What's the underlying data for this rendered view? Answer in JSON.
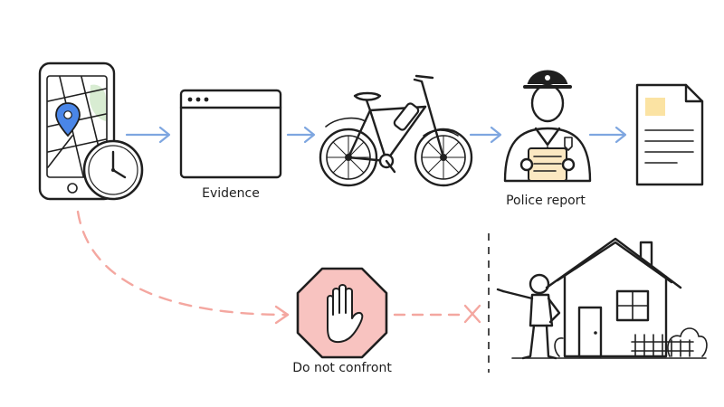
{
  "labels": {
    "evidence": "Evidence",
    "police_report": "Police report",
    "do_not_confront": "Do not confront"
  },
  "colors": {
    "flow_arrow": "#7ea6e0",
    "caution_path": "#f4a7a0",
    "stop_sign_fill": "#f8c3c0",
    "map_pin": "#4a86e8",
    "map_park": "#d8ecd2",
    "document_note": "#fbe3a3",
    "clipboard": "#fbe8c2"
  },
  "icons": {
    "phone": "phone-map-icon",
    "clock": "clock-icon",
    "evidence": "browser-window-icon",
    "bike": "e-bike-icon",
    "police": "police-officer-icon",
    "report": "document-icon",
    "stop": "stop-hand-icon",
    "person": "pointing-person-icon",
    "house": "house-icon"
  }
}
